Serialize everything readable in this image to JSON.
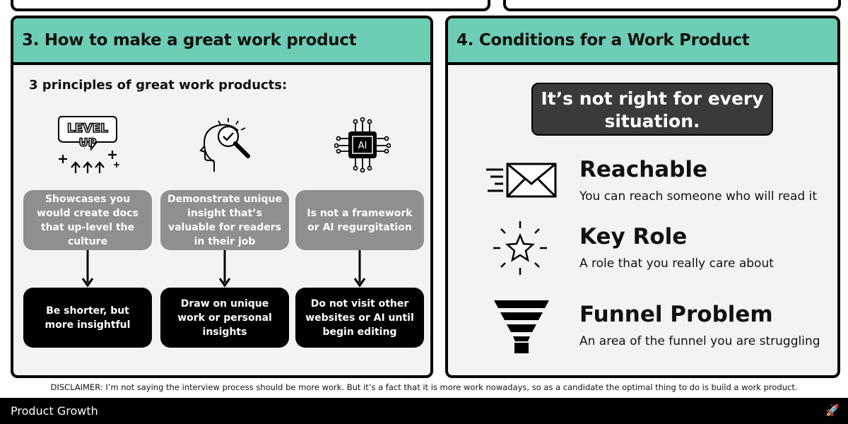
{
  "panel3": {
    "title": "3. How to make a great work product",
    "subtitle": "3 principles of great work products:",
    "icon_names": [
      "level-up-icon",
      "insight-head-icon",
      "ai-chip-icon"
    ],
    "level_up_line1": "LEVEL",
    "level_up_line2": "UP",
    "ai_chip_text": "AI",
    "principles": [
      {
        "top": "Showcases you would create docs that up-level the culture",
        "bottom": "Be shorter, but more insightful"
      },
      {
        "top": "Demonstrate unique insight that’s valuable for readers in their job",
        "bottom": "Draw on unique work or personal insights"
      },
      {
        "top": "Is not a framework or AI regurgitation",
        "bottom": "Do not visit other websites or AI until begin editing"
      }
    ]
  },
  "panel4": {
    "title": "4. Conditions for a Work Product",
    "callout": "It’s not right for every situation.",
    "conditions": [
      {
        "icon": "envelope-icon",
        "title": "Reachable",
        "desc": "You can reach someone who will read it"
      },
      {
        "icon": "star-icon",
        "title": "Key Role",
        "desc": "A role that you really care about"
      },
      {
        "icon": "funnel-icon",
        "title": "Funnel Problem",
        "desc": "An area of the funnel you are struggling"
      }
    ]
  },
  "disclaimer": "DISCLAIMER: I’m not saying the interview process should be more work. But it’s a fact that it is more work nowadays, so as a candidate the optimal thing to do is build a work product.",
  "footer": {
    "brand": "Product Growth",
    "icon": "rocket-icon",
    "icon_glyph": "🚀"
  },
  "colors": {
    "header_teal": "#6ecdb5",
    "panel_bg": "#f3f3f3",
    "gray_box": "#8f8f8f",
    "dark_box": "#000000",
    "callout_bg": "#3a3a3a"
  }
}
